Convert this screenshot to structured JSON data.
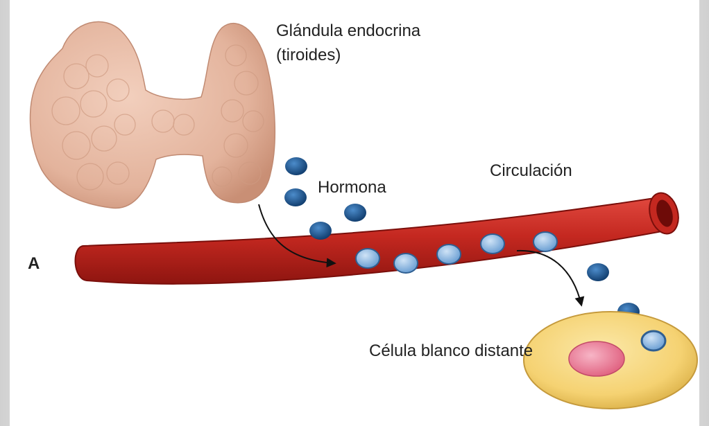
{
  "labels": {
    "gland_line1": "Glándula endocrina",
    "gland_line2": "(tiroides)",
    "hormone": "Hormona",
    "circulation": "Circulación",
    "target_cell": "Célula blanco distante",
    "panel_letter": "A"
  },
  "colors": {
    "gland": "#e3b39c",
    "vessel": "#c42820",
    "hormone_free": "#1a5a9a",
    "hormone_in_blood": "#8cb8e0",
    "cell": "#f5d272",
    "nucleus": "#ec7f9a"
  },
  "icons": {
    "gland": "thyroid-gland-icon",
    "vessel": "blood-vessel-icon",
    "cell": "target-cell-icon"
  }
}
